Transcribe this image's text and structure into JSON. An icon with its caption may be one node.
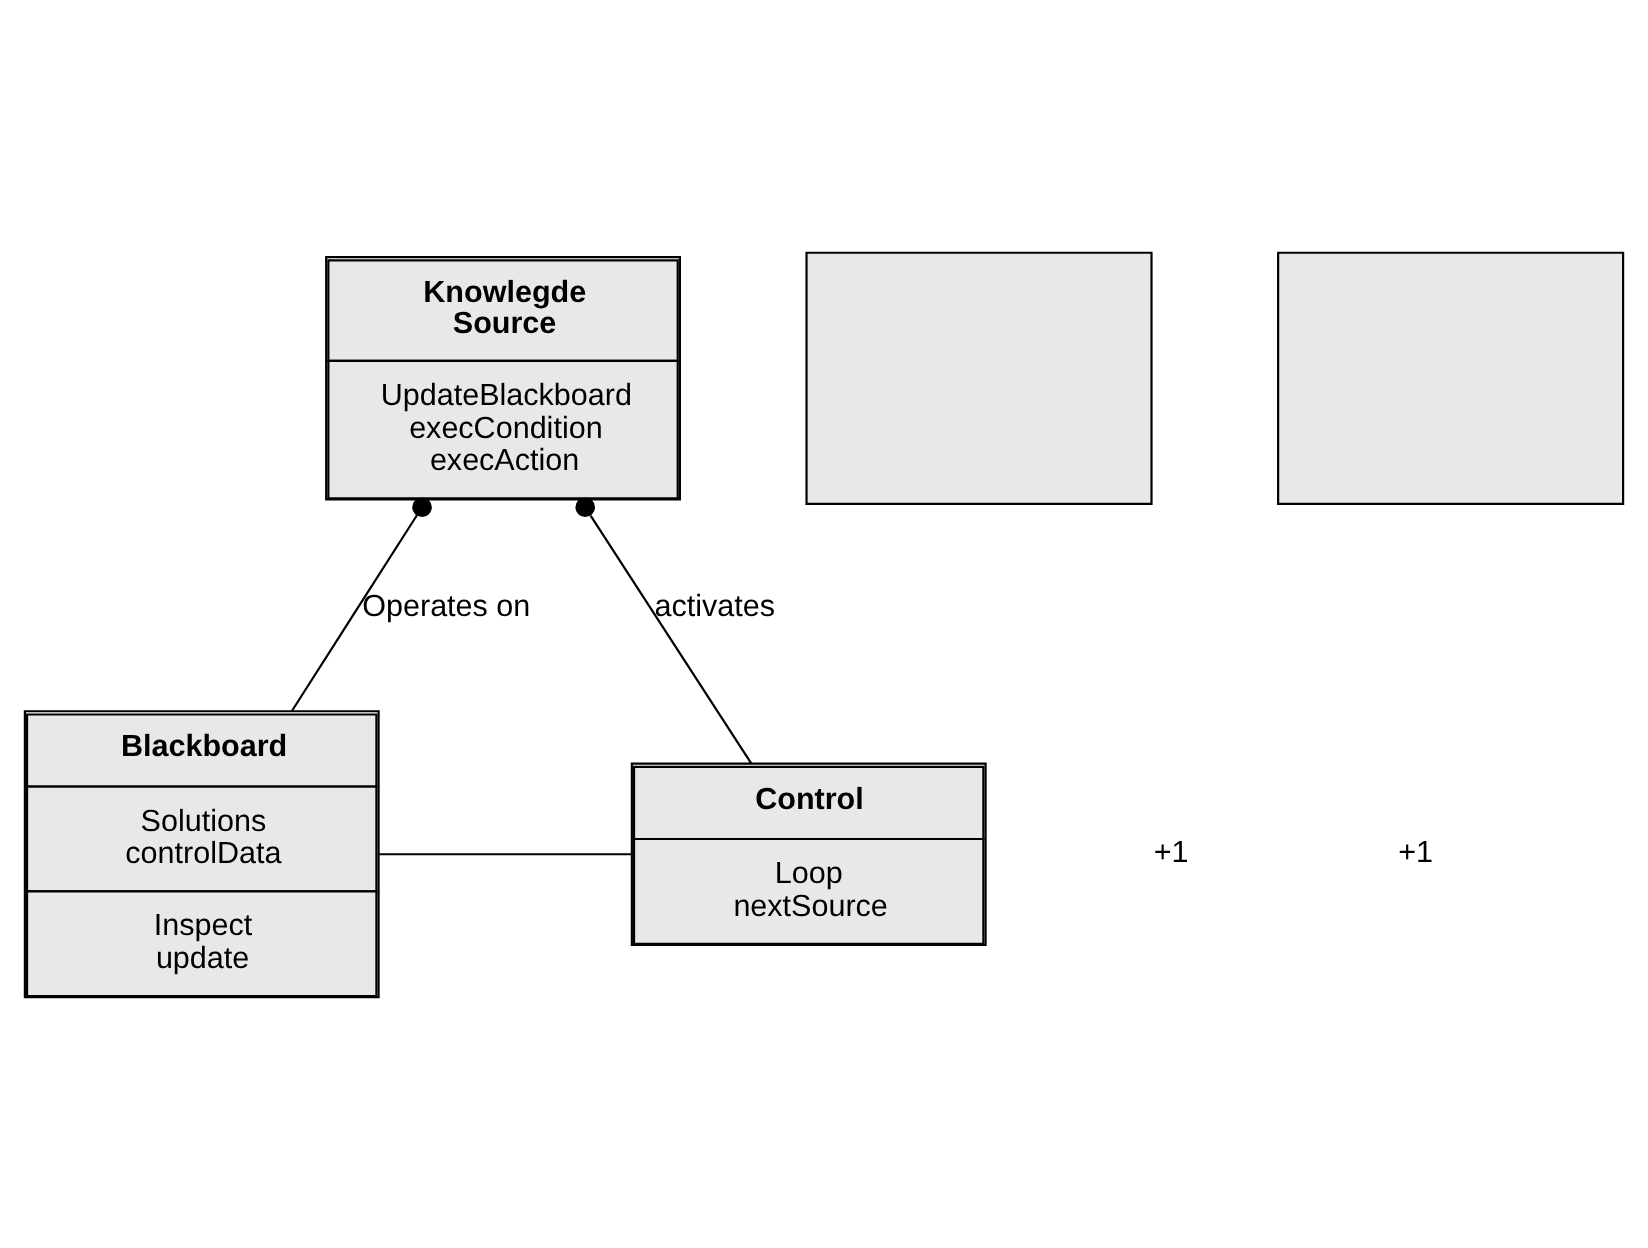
{
  "diagram": {
    "nodes": [
      {
        "text": [
          "Knowlegde Source",
          "UpdateBlackboard execCondition execAction"
        ]
      },
      {
        "text": [],
        "shape": "box"
      },
      {
        "text": [],
        "shape": "box"
      },
      {
        "text": [
          "Blackboard",
          "Solutions controlData",
          "Inspect update"
        ]
      },
      {
        "text": [
          "Control",
          "Loop nextSource"
        ]
      }
    ],
    "edges": [
      {
        "from": 3,
        "to": 0,
        "arrow": "other",
        "label": "Operates on"
      },
      {
        "from": 4,
        "to": 0,
        "arrow": "other",
        "label": "activates"
      },
      {
        "from": 3,
        "to": 4,
        "arrow": "none"
      }
    ],
    "labels": [
      "+1",
      "+1"
    ]
  }
}
